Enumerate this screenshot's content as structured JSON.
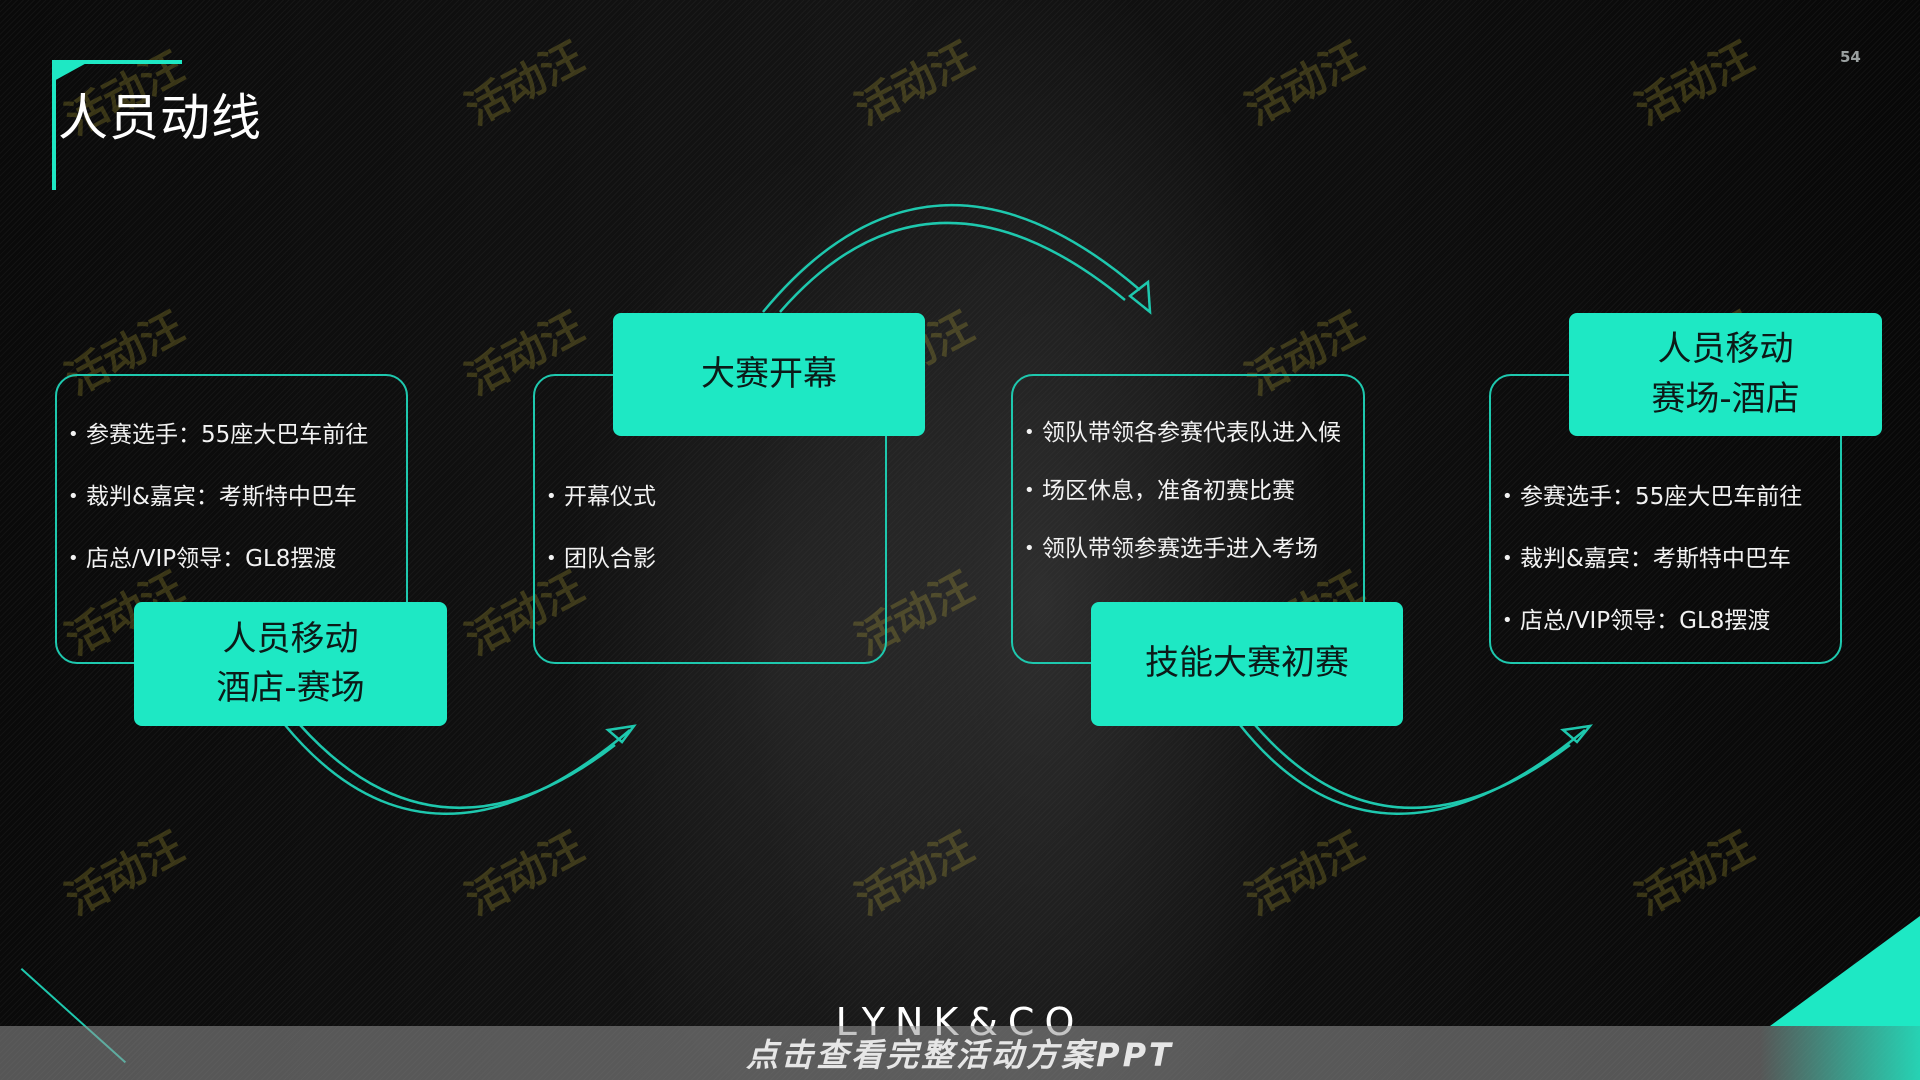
{
  "page": {
    "title": "人员动线",
    "number": "54"
  },
  "steps": [
    {
      "label_lines": [
        "人员移动",
        "酒店-赛场"
      ],
      "bullets": [
        "参赛选手：55座大巴车前往",
        "裁判&嘉宾：考斯特中巴车",
        "店总/VIP领导：GL8摆渡"
      ]
    },
    {
      "label_lines": [
        "大赛开幕"
      ],
      "bullets": [
        "开幕仪式",
        "团队合影"
      ]
    },
    {
      "label_lines": [
        "技能大赛初赛"
      ],
      "bullets": [
        "领队带领各参赛代表队进入候",
        "场区休息，准备初赛比赛",
        "领队带领参赛选手进入考场"
      ]
    },
    {
      "label_lines": [
        "人员移动",
        "赛场-酒店"
      ],
      "bullets": [
        "参赛选手：55座大巴车前往",
        "裁判&嘉宾：考斯特中巴车",
        "店总/VIP领导：GL8摆渡"
      ]
    }
  ],
  "brand": {
    "logo_text": "LYNK&CO"
  },
  "footer": {
    "text": "点击查看完整活动方案PPT"
  },
  "watermark": {
    "text": "活动汪"
  },
  "colors": {
    "accent": "#1ee8c4",
    "outline": "#1ec8ae",
    "background": "#050505"
  }
}
